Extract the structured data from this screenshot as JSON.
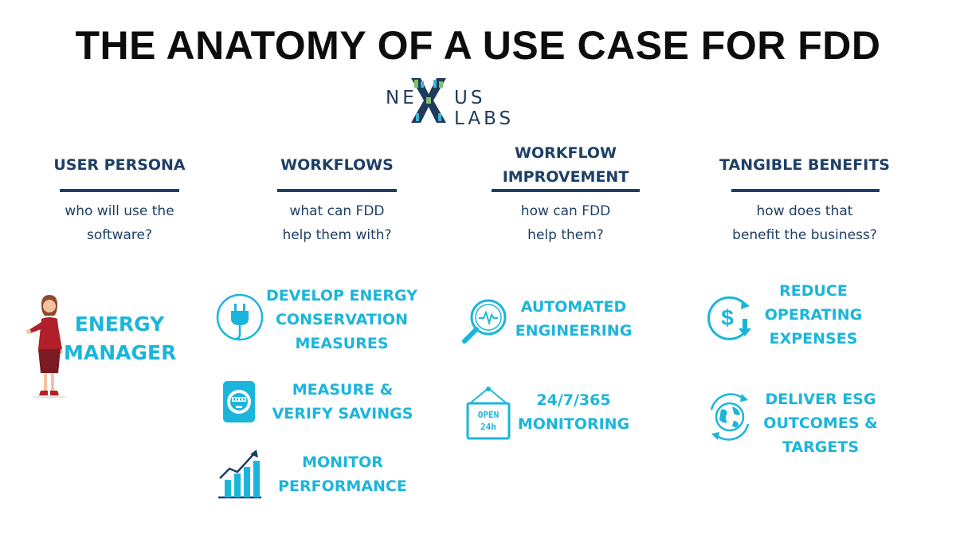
{
  "title": "THE ANATOMY OF A USE CASE FOR FDD",
  "logo": {
    "left": "NE",
    "right": "US LABS",
    "mark": "X"
  },
  "columns": {
    "persona": {
      "heading": "USER PERSONA",
      "question": [
        "who will use the",
        "software?"
      ]
    },
    "workflows": {
      "heading": "WORKFLOWS",
      "question": [
        "what can FDD",
        "help them with?"
      ]
    },
    "improvement": {
      "heading": [
        "WORKFLOW",
        "IMPROVEMENT"
      ],
      "question": [
        "how can FDD",
        "help them?"
      ]
    },
    "benefits": {
      "heading": "TANGIBLE BENEFITS",
      "question": [
        "how does that",
        "benefit the business?"
      ]
    }
  },
  "persona_item": {
    "lines": [
      "ENERGY",
      "MANAGER"
    ],
    "icon": "woman-figure-icon"
  },
  "workflow_items": [
    {
      "lines": [
        "DEVELOP ENERGY",
        "CONSERVATION",
        "MEASURES"
      ],
      "icon": "plug-icon"
    },
    {
      "lines": [
        "MEASURE &",
        "VERIFY SAVINGS"
      ],
      "icon": "meter-icon"
    },
    {
      "lines": [
        "MONITOR",
        "PERFORMANCE"
      ],
      "icon": "bar-chart-icon"
    }
  ],
  "improvement_items": [
    {
      "lines": [
        "AUTOMATED",
        "ENGINEERING"
      ],
      "icon": "magnifier-icon"
    },
    {
      "lines": [
        "24/7/365",
        "MONITORING"
      ],
      "icon": "open-sign-icon",
      "sign_text": [
        "OPEN",
        "24h"
      ]
    }
  ],
  "benefit_items": [
    {
      "lines": [
        "REDUCE",
        "OPERATING",
        "EXPENSES"
      ],
      "icon": "dollar-down-icon"
    },
    {
      "lines": [
        "DELIVER ESG",
        "OUTCOMES &",
        "TARGETS"
      ],
      "icon": "globe-cycle-icon"
    }
  ],
  "colors": {
    "navy": "#1e3f66",
    "cyan": "#1bb5db",
    "title": "#0d0d0d",
    "persona_dress": "#b0202a"
  }
}
